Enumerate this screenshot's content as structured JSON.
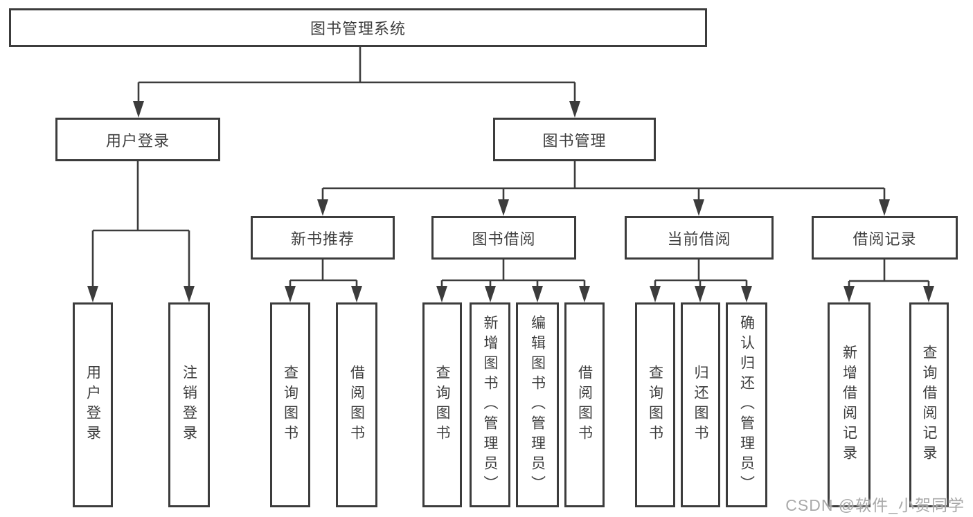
{
  "tree": {
    "root": {
      "label": "图书管理系统"
    },
    "branches": {
      "user": {
        "label": "用户登录",
        "children": [
          "用户登录",
          "注销登录"
        ]
      },
      "mgmt": {
        "label": "图书管理",
        "sections": {
          "new_book": {
            "label": "新书推荐",
            "children": [
              "查询图书",
              "借阅图书"
            ]
          },
          "book_borrow": {
            "label": "图书借阅",
            "children": [
              "查询图书",
              "新增图书（管理员）",
              "编辑图书（管理员）",
              "借阅图书"
            ]
          },
          "current_borrow": {
            "label": "当前借阅",
            "children": [
              "查询图书",
              "归还图书",
              "确认归还（管理员）"
            ]
          },
          "borrow_records": {
            "label": "借阅记录",
            "children": [
              "新增借阅记录",
              "查询借阅记录"
            ]
          }
        }
      }
    }
  },
  "watermark": "CSDN @软件_小贺同学",
  "colors": {
    "line": "#3c3c3c",
    "box_border": "#3c3c3c",
    "text": "#3d3d3d",
    "watermark": "#a9a9a9",
    "background": "#ffffff"
  }
}
